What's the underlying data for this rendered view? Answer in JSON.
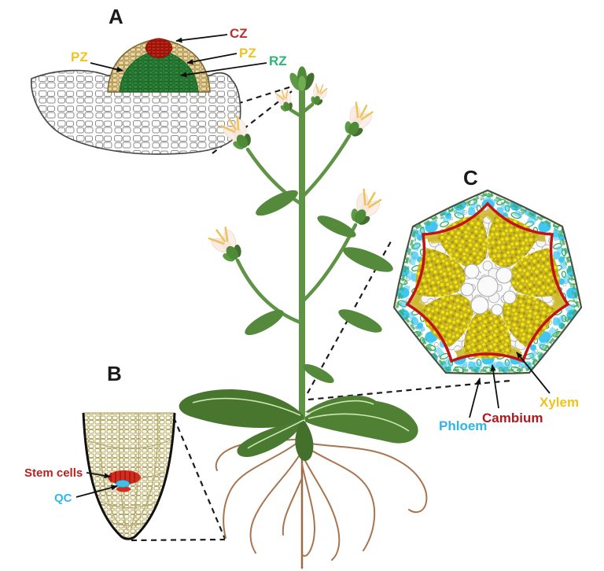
{
  "panels": {
    "a": {
      "title": "A",
      "labels": {
        "pz_left": {
          "text": "PZ",
          "color": "#f0c41c"
        },
        "cz": {
          "text": "CZ",
          "color": "#b3342e"
        },
        "pz_right": {
          "text": "PZ",
          "color": "#f0c41c"
        },
        "rz": {
          "text": "RZ",
          "color": "#2bb673"
        }
      }
    },
    "b": {
      "title": "B",
      "labels": {
        "stem_cells": {
          "text": "Stem cells",
          "color": "#b42420"
        },
        "qc": {
          "text": "QC",
          "color": "#35b5e9"
        }
      }
    },
    "c": {
      "title": "C",
      "labels": {
        "phloem": {
          "text": "Phloem",
          "color": "#2fb4e8"
        },
        "cambium": {
          "text": "Cambium",
          "color": "#ab1a20"
        },
        "xylem": {
          "text": "Xylem",
          "color": "#eec31c"
        }
      }
    }
  },
  "palette": {
    "peripheral_zone_tan": "#ecd9a6",
    "rib_zone_green": "#2f8c3c",
    "central_zone_red": "#cf2519",
    "stem_green": "#5f9345",
    "rosette_green": "#4a7a31",
    "root_brown": "#a87550",
    "phloem_cyan": "#41c6f1",
    "cambium_red": "#c21313",
    "xylem_yellow": "#c6b21d",
    "qc_cyan": "#3fc0ea"
  }
}
